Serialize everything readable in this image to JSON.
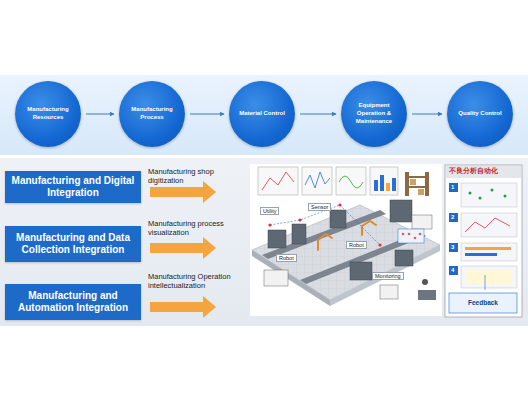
{
  "diagram": {
    "nodes": [
      {
        "text": [
          "Manufacturing Resources"
        ]
      },
      {
        "text": [
          "Manufacturing Process"
        ]
      },
      {
        "text": [
          "Material Control"
        ]
      },
      {
        "text": [
          "Equipment Operation & Maintenance"
        ]
      },
      {
        "text": [
          "Quality Control"
        ]
      },
      {
        "text": [
          "Manufacturing and Digital Integration"
        ]
      },
      {
        "text": [
          "Manufacturing and Data Collection Integration"
        ]
      },
      {
        "text": [
          "Manufacturing and Automation Integration"
        ]
      }
    ],
    "edges": [
      {
        "from": 0,
        "to": 1,
        "arrow": "to"
      },
      {
        "from": 1,
        "to": 2,
        "arrow": "to"
      },
      {
        "from": 2,
        "to": 3,
        "arrow": "to"
      },
      {
        "from": 3,
        "to": 4,
        "arrow": "to"
      }
    ],
    "labels": [
      "Manufacturing shop digitization",
      "Manufacturing process visualization",
      "Manufacturing Operation intellectualization",
      "Utility",
      "Sensor",
      "Robot",
      "Robot",
      "Monitoring",
      "不良分析自动化",
      "1",
      "2",
      "3",
      "4",
      "Feedback"
    ]
  }
}
